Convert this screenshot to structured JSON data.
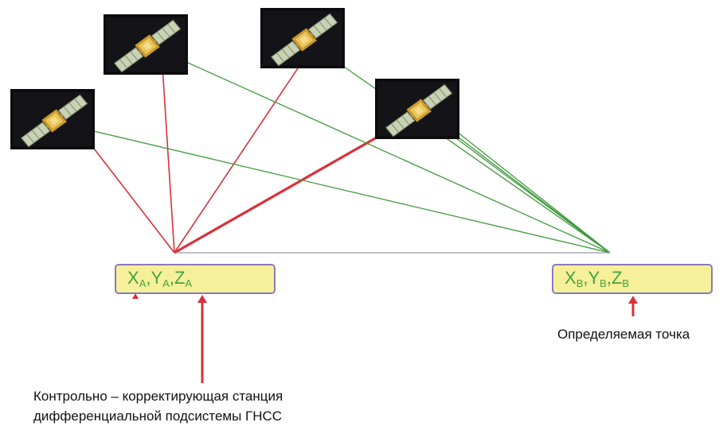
{
  "station_a": {
    "coords": [
      {
        "base": "X",
        "sub": "A"
      },
      {
        "base": "Y",
        "sub": "A"
      },
      {
        "base": "Z",
        "sub": "A"
      }
    ],
    "caption_line1": "Контрольно – корректирующая станция",
    "caption_line2": "дифференциальной подсистемы ГНСС"
  },
  "station_b": {
    "coords": [
      {
        "base": "X",
        "sub": "B"
      },
      {
        "base": "Y",
        "sub": "B"
      },
      {
        "base": "Z",
        "sub": "B"
      }
    ],
    "caption": "Определяемая точка"
  },
  "colors": {
    "red_signal": "#d9313a",
    "green_signal": "#3f9a3c",
    "box_fill": "#f6f09a",
    "box_border": "#8a78c2",
    "coord_text": "#46a23f"
  },
  "icons": {
    "satellite": "satellite-icon"
  }
}
